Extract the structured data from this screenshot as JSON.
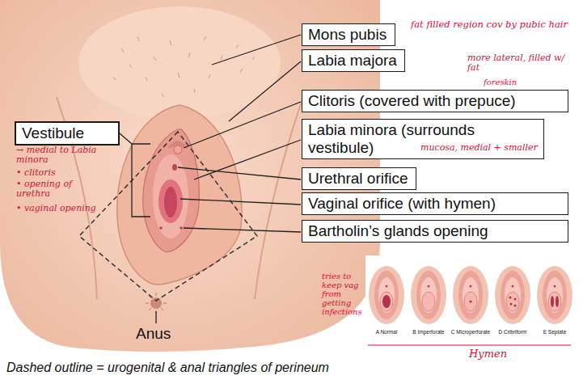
{
  "diagram": {
    "caption": "Dashed outline = urogenital & anal triangles of perineum",
    "nodes": [
      {
        "text": [
          "Mons pubis"
        ]
      },
      {
        "text": [
          "Labia majora"
        ]
      },
      {
        "text": [
          "Clitoris (covered with prepuce)"
        ]
      },
      {
        "text": [
          "Labia minora (surrounds vestibule)"
        ]
      },
      {
        "text": [
          "Urethral orifice"
        ]
      },
      {
        "text": [
          "Vaginal orifice (with hymen)"
        ]
      },
      {
        "text": [
          "Bartholin’s glands opening"
        ]
      },
      {
        "text": [
          "Vestibule"
        ]
      }
    ],
    "labels": [
      "fat filled region cov by pubic hair",
      "more lateral, filled w/ fat",
      "foreskin",
      "mucosa, medial + smaller",
      "→ medial to Labia minora",
      "• clitoris",
      "• opening of urethra",
      "• vaginal opening",
      "Anus",
      "tries to keep vag from getting infections",
      "A Normal",
      "B Imperforate",
      "C Microperforate",
      "D Cribriform",
      "E Septate",
      "Hymen"
    ]
  }
}
